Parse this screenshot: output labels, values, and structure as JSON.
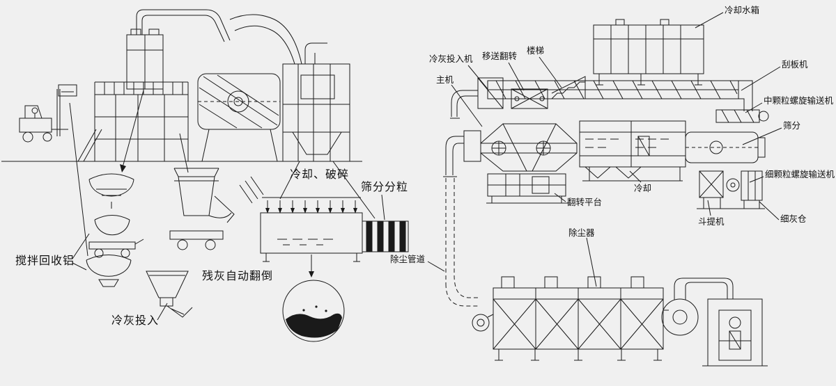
{
  "colors": {
    "background": "#f0f0f0",
    "line": "#1a1a1a"
  },
  "labels": {
    "stir_recover_al": "搅拌回收铝",
    "cold_ash_input": "冷灰投入",
    "residual_ash_auto_dump": "残灰自动翻倒",
    "cooling_crushing": "冷却、破碎",
    "screening_sizing": "筛分分粒",
    "cooling_water_tank": "冷却水箱",
    "cold_ash_feeder": "冷灰投入机",
    "transfer_flip": "移送翻转",
    "stairs": "楼梯",
    "main_machine": "主机",
    "scraper_machine": "刮板机",
    "medium_particle_screw_conveyor": "中颗粒螺旋输送机",
    "screening": "筛分",
    "fine_particle_screw_conveyor": "细颗粒螺旋输送机",
    "fine_ash_bin": "细灰仓",
    "bucket_elevator": "斗提机",
    "cooling": "冷却",
    "flip_platform": "翻转平台",
    "dust_pipe": "除尘管道",
    "dust_collector": "除尘器"
  }
}
